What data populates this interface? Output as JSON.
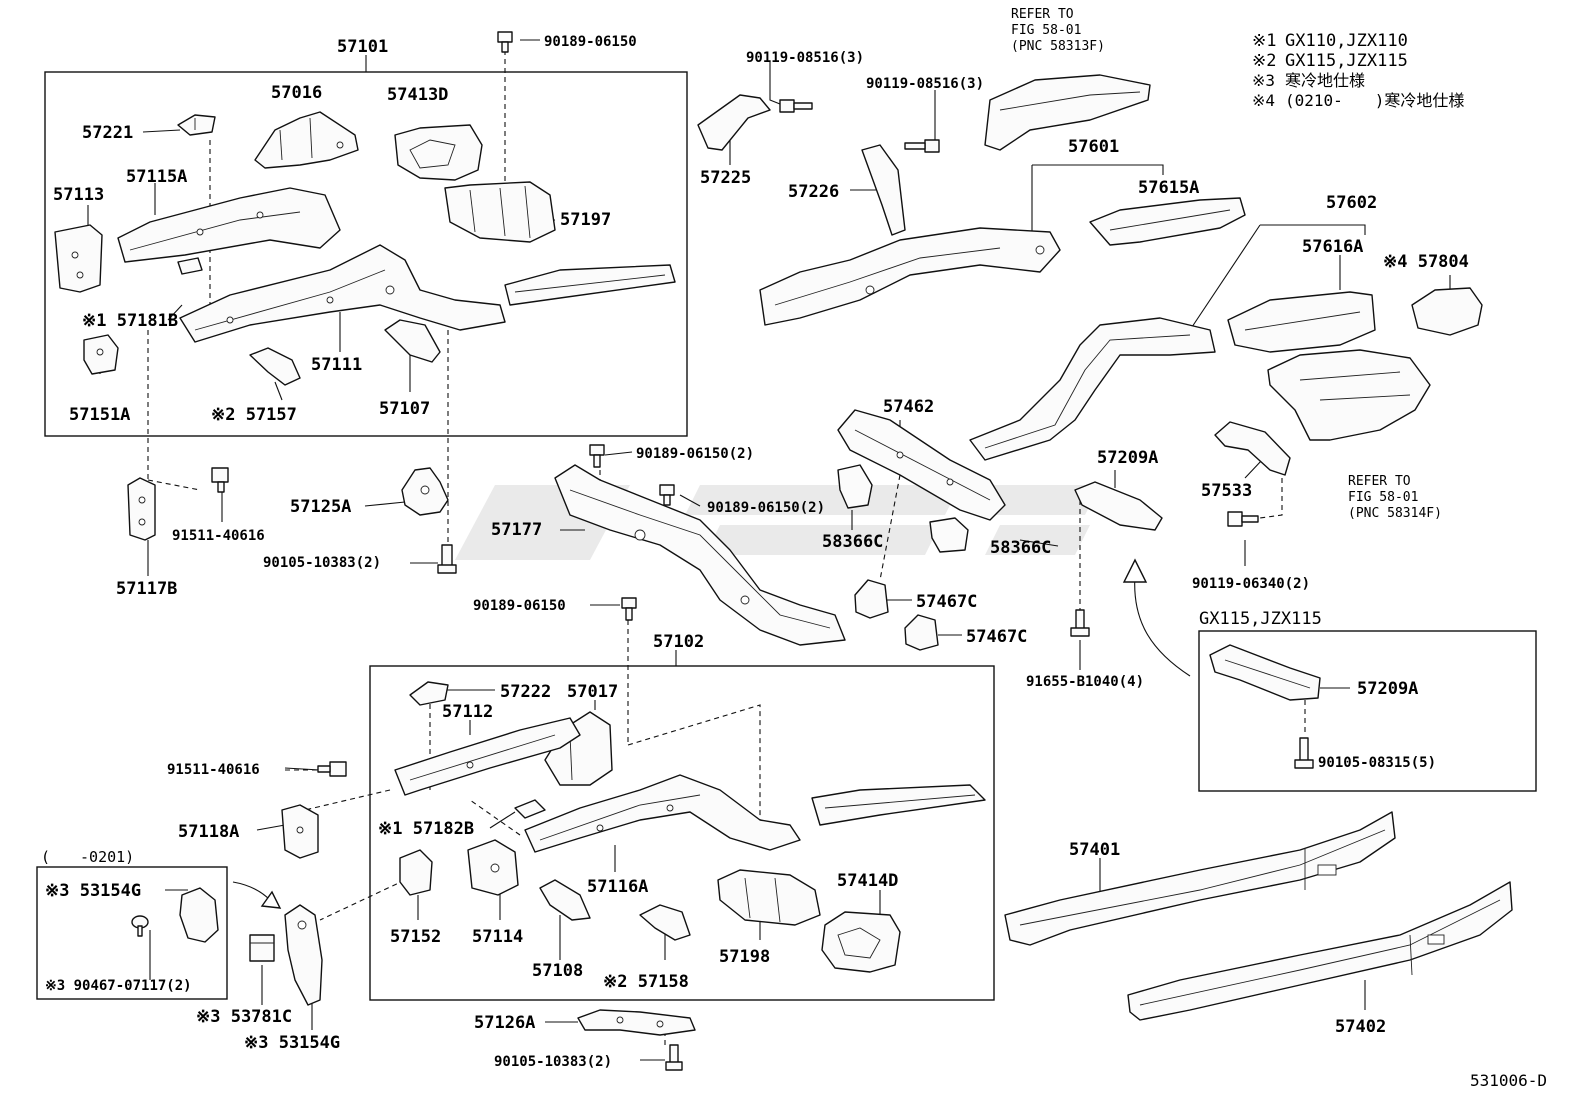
{
  "diagram_code": "531006-D",
  "variant_notes": [
    {
      "mark": "※1",
      "text": "GX110,JZX110"
    },
    {
      "mark": "※2",
      "text": "GX115,JZX115"
    },
    {
      "mark": "※3",
      "text": "寒冷地仕様"
    },
    {
      "mark": "※4",
      "text": "(0210-　　)寒冷地仕様"
    }
  ],
  "refer_notes": [
    {
      "line1": "REFER TO",
      "line2": "FIG 58-01",
      "line3": "(PNC 58313F)"
    },
    {
      "line1": "REFER TO",
      "line2": "FIG 58-01",
      "line3": "(PNC 58314F)"
    }
  ],
  "box_titles": {
    "inset_gx115": "GX115,JZX115",
    "inset_0201": "(　　-0201)"
  },
  "labels": {
    "p57101": "57101",
    "p57016": "57016",
    "p57413D": "57413D",
    "p57221": "57221",
    "p57115A": "57115A",
    "p57113": "57113",
    "p57197": "57197",
    "p57181B": "※1 57181B",
    "p57151A": "57151A",
    "p57157": "※2 57157",
    "p57111": "57111",
    "p57107": "57107",
    "b90189_06150_top": "90189-06150",
    "b90119_08516_a": "90119-08516(3)",
    "b90119_08516_b": "90119-08516(3)",
    "p57225": "57225",
    "p57226": "57226",
    "p57601": "57601",
    "p57615A": "57615A",
    "p57602": "57602",
    "p57616A": "57616A",
    "p57804": "※4 57804",
    "p57462": "57462",
    "p57209A": "57209A",
    "p57533": "57533",
    "b90119_06340": "90119-06340(2)",
    "b90189_06150_2a": "90189-06150(2)",
    "b90189_06150_2b": "90189-06150(2)",
    "p57125A": "57125A",
    "b91511_40616_a": "91511-40616",
    "p57117B": "57117B",
    "b90105_10383_a": "90105-10383(2)",
    "p57177": "57177",
    "p58366C_a": "58366C",
    "p58366C_b": "58366C",
    "p57467C_a": "57467C",
    "p57467C_b": "57467C",
    "b90189_06150_mid": "90189-06150",
    "p57102": "57102",
    "b91655_B1040": "91655-B1040(4)",
    "p57209A_inset": "57209A",
    "b90105_08315": "90105-08315(5)",
    "p57222": "57222",
    "p57017": "57017",
    "p57112": "57112",
    "b91511_40616_b": "91511-40616",
    "p57118A": "57118A",
    "p57182B": "※1 57182B",
    "p57152": "57152",
    "p57114": "57114",
    "p57116A": "57116A",
    "p57108": "57108",
    "p57158": "※2 57158",
    "p57198": "57198",
    "p57414D": "57414D",
    "p57401": "57401",
    "p57402": "57402",
    "p53154G_a": "※3 53154G",
    "b90467_07117": "※3 90467-07117(2)",
    "p53781C": "※3 53781C",
    "p53154G_b": "※3 53154G",
    "p57126A": "57126A",
    "b90105_10383_b": "90105-10383(2)"
  }
}
